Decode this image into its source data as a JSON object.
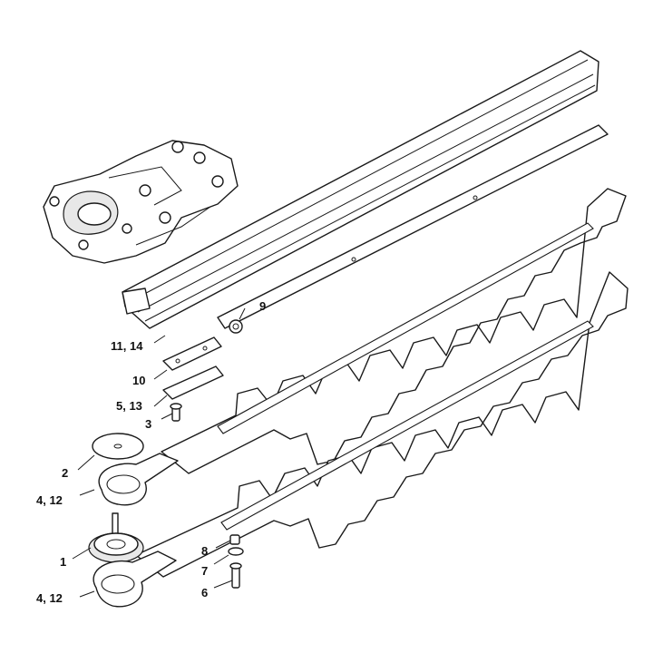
{
  "callouts": {
    "c9": "9",
    "c11_14": "11, 14",
    "c10": "10",
    "c5_13": "5, 13",
    "c3": "3",
    "c2": "2",
    "c4_12_top": "4, 12",
    "c1": "1",
    "c8": "8",
    "c7": "7",
    "c6": "6",
    "c4_12_bottom": "4, 12"
  },
  "colors": {
    "line": "#1a1a1a",
    "background": "#ffffff",
    "shade": "#e8e8e8"
  }
}
